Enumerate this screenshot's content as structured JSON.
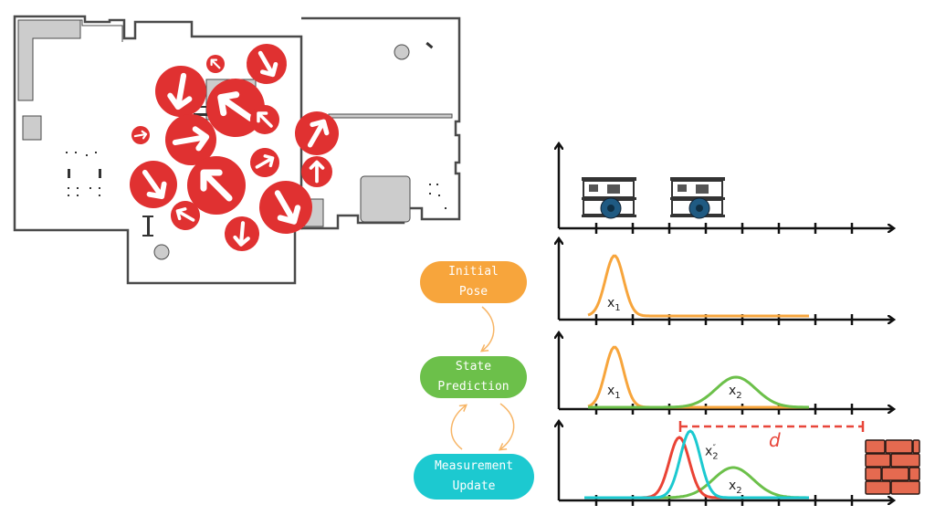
{
  "flowchart": {
    "nodes": [
      {
        "id": "initial-pose",
        "label": "Initial\nPose",
        "color": "#f7a53c"
      },
      {
        "id": "state-prediction",
        "label": "State\nPrediction",
        "color": "#6cc04a"
      },
      {
        "id": "measurement-update",
        "label": "Measurement\nUpdate",
        "color": "#1cc9d0"
      }
    ],
    "edges": [
      {
        "from": "initial-pose",
        "to": "state-prediction"
      },
      {
        "from": "state-prediction",
        "to": "measurement-update"
      },
      {
        "from": "measurement-update",
        "to": "state-prediction"
      }
    ],
    "edge_color": "#f7b566"
  },
  "map": {
    "description": "Floor plan occupancy map with particle arrows",
    "particle_color": "#e03131",
    "wall_color": "#4a4a4a",
    "obstacle_fill": "#cccccc"
  },
  "plots": {
    "robot_panel": {
      "robots": 2
    },
    "belief_initial": {
      "labels": [
        {
          "text": "x",
          "sub": "1"
        }
      ],
      "colors": [
        "#f7a53c"
      ]
    },
    "belief_prediction": {
      "labels": [
        {
          "text": "x",
          "sub": "1"
        },
        {
          "text": "x",
          "sub": "2"
        }
      ],
      "colors": [
        "#f7a53c",
        "#6cc04a"
      ]
    },
    "belief_update": {
      "labels": [
        {
          "text": "x",
          "sub": "2",
          "sup": "″"
        },
        {
          "text": "x",
          "sub": "2"
        }
      ],
      "colors": [
        "#ea4335",
        "#1cc9d0",
        "#6cc04a"
      ],
      "distance_label": "d",
      "distance_color": "#e8463a",
      "obstacle": "brick-wall"
    },
    "ticks_per_axis": 8
  }
}
